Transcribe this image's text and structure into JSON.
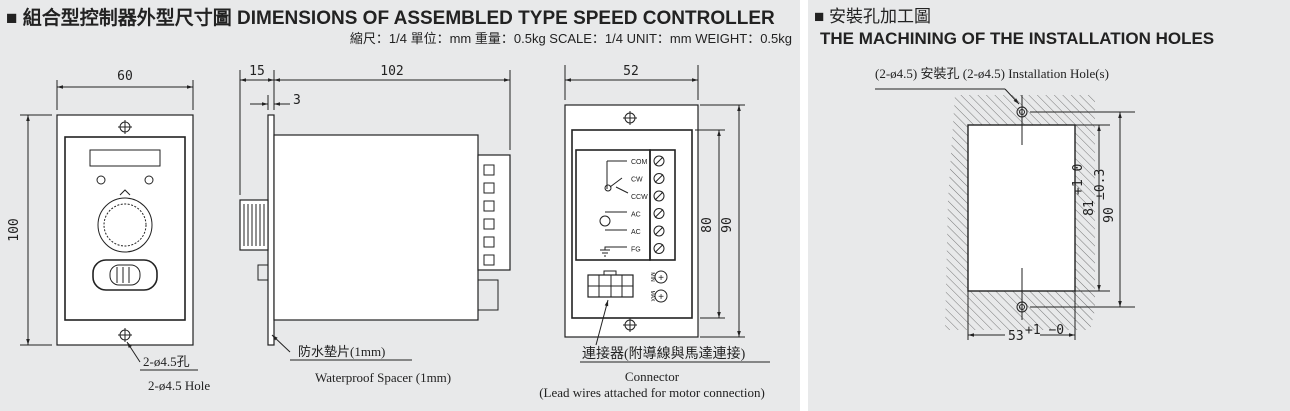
{
  "left": {
    "title": "■ 組合型控制器外型尺寸圖 DIMENSIONS OF ASSEMBLED TYPE SPEED CONTROLLER",
    "subtitle": "縮尺：1/4  單位：mm  重量：0.5kg   SCALE：1/4  UNIT：mm  WEIGHT：0.5kg",
    "front": {
      "width_dim": "60",
      "height_dim": "100",
      "hole_zh": "2-ø4.5孔",
      "hole_en": "2-ø4.5 Hole"
    },
    "side": {
      "flange_dim": "15",
      "depth_dim": "102",
      "spacer_dim": "3",
      "spacer_zh": "防水墊片(1mm)",
      "spacer_en": "Waterproof Spacer (1mm)"
    },
    "back": {
      "width_dim": "52",
      "inner_height_dim": "80",
      "outer_height_dim": "90",
      "terminals": [
        "COM",
        "CW",
        "CCW",
        "AC",
        "AC",
        "FG"
      ],
      "pot_min": "MIN",
      "pot_max": "MAX",
      "connector_zh": "連接器(附導線與馬達連接)",
      "connector_en": "Connector",
      "connector_note": "(Lead wires attached for motor connection)"
    }
  },
  "right": {
    "title": "■ 安裝孔加工圖",
    "subtitle": "THE MACHINING OF THE INSTALLATION HOLES",
    "hole_label": "(2-ø4.5) 安裝孔 (2-ø4.5) Installation Hole(s)",
    "width_dim": "53",
    "width_tol": "+1 −0",
    "inner_height_dim": "81",
    "inner_height_tol": "+1 0",
    "outer_height_dim": "90",
    "outer_height_tol": "±0.3"
  }
}
